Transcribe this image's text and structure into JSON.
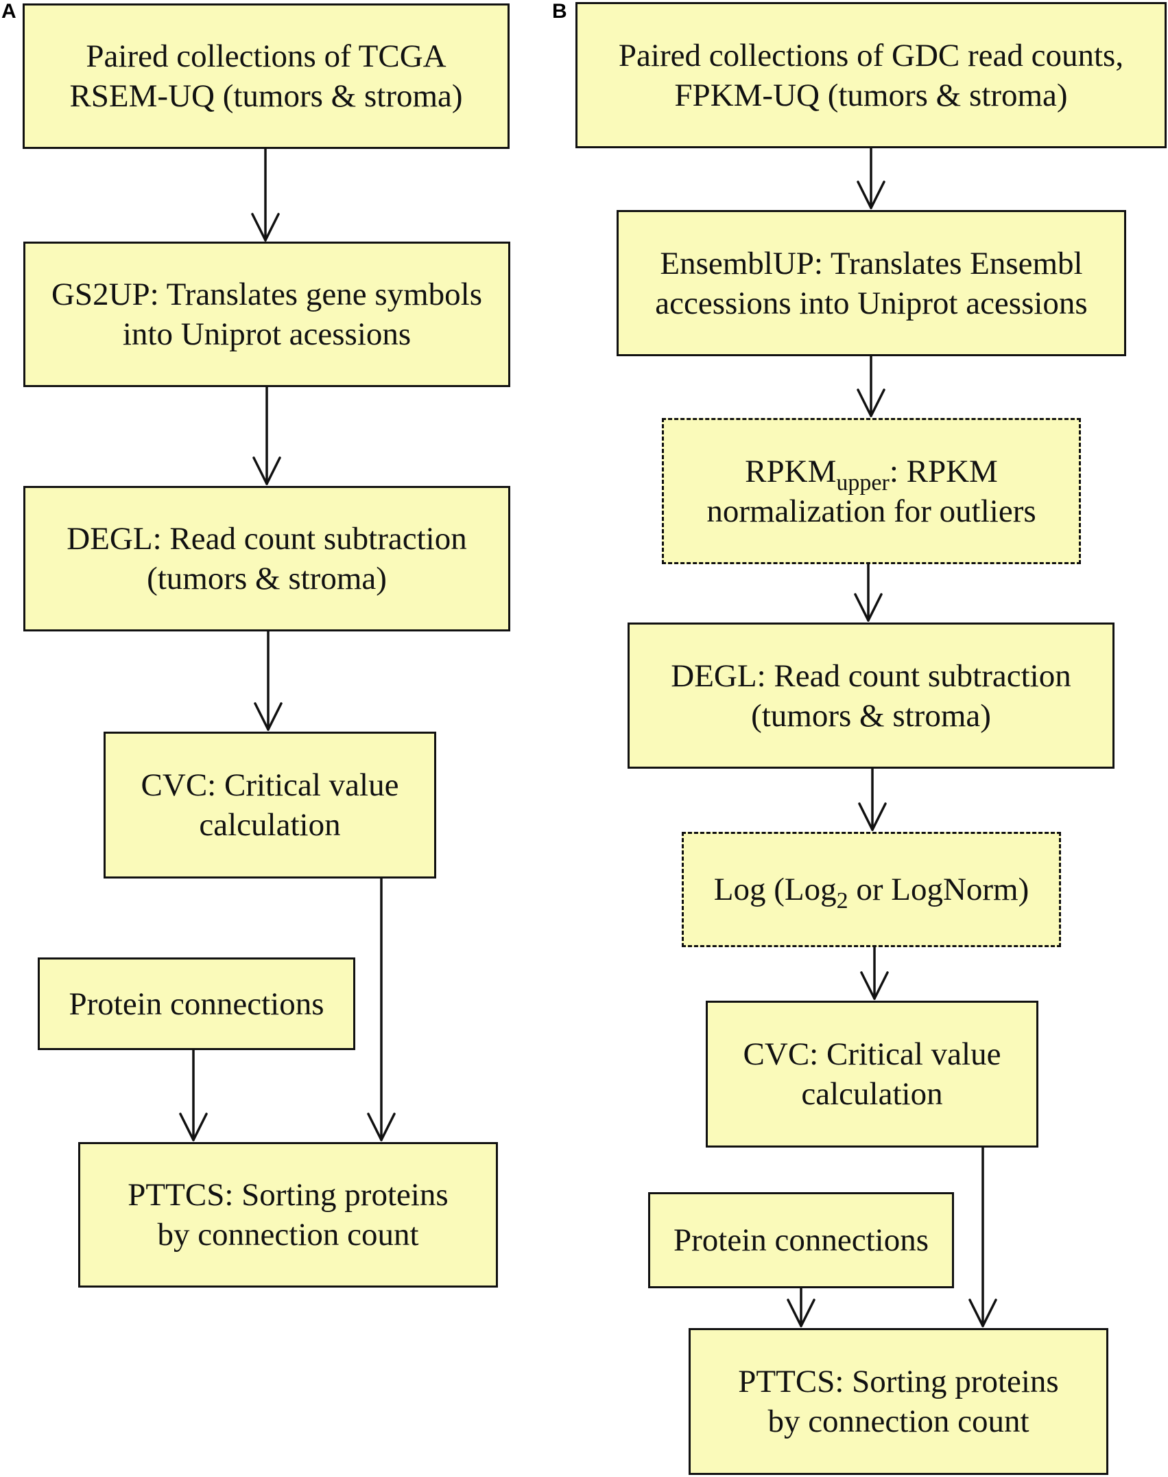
{
  "panels": [
    {
      "label": "A",
      "boxes": {
        "tcga": {
          "lines": [
            "Paired collections of TCGA",
            "RSEM-UQ (tumors & stroma)"
          ]
        },
        "gs2up": {
          "lines": [
            "GS2UP: Translates gene symbols",
            "into Uniprot acessions"
          ]
        },
        "degl": {
          "lines": [
            "DEGL: Read count subtraction",
            "(tumors & stroma)"
          ]
        },
        "cvc": {
          "lines": [
            "CVC: Critical value",
            "calculation"
          ]
        },
        "protein": {
          "lines": [
            "Protein connections"
          ]
        },
        "pttcs": {
          "lines": [
            "PTTCS: Sorting proteins",
            "by connection count"
          ]
        }
      }
    },
    {
      "label": "B",
      "boxes": {
        "gdc": {
          "lines": [
            "Paired collections of GDC read counts,",
            "FPKM-UQ (tumors & stroma)"
          ]
        },
        "ensembl": {
          "lines": [
            "EnsemblUP: Translates Ensembl",
            "accessions into Uniprot acessions"
          ]
        },
        "rpkm": {
          "main": "RPKM",
          "sub": "upper",
          "rest": ": RPKM",
          "line2": "normalization for outliers"
        },
        "degl": {
          "lines": [
            "DEGL: Read count subtraction",
            "(tumors & stroma)"
          ]
        },
        "log": {
          "pre": "Log (Log",
          "sub": "2",
          "post": " or LogNorm)"
        },
        "cvc": {
          "lines": [
            "CVC: Critical value",
            "calculation"
          ]
        },
        "protein": {
          "lines": [
            "Protein connections"
          ]
        },
        "pttcs": {
          "lines": [
            "PTTCS: Sorting proteins",
            "by connection count"
          ]
        }
      }
    }
  ],
  "colors": {
    "box_fill": "#fafaba",
    "border": "#111111",
    "arrow": "#111111"
  }
}
